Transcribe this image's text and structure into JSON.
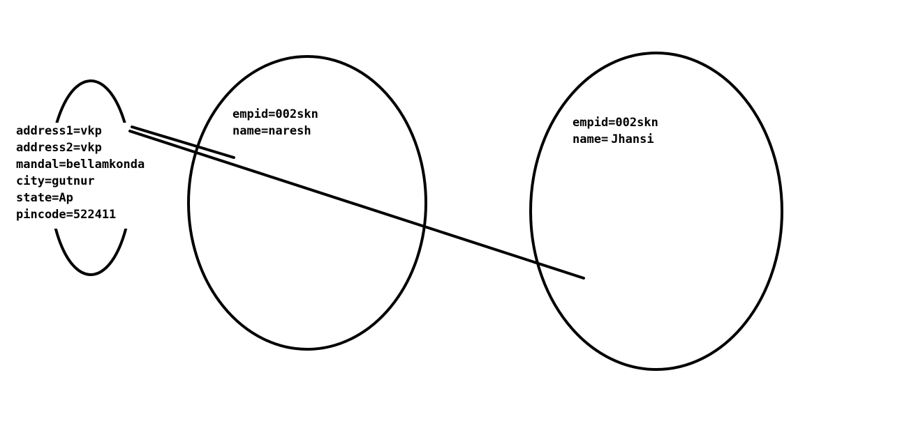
{
  "address": {
    "lines": [
      "address1=vkp",
      "address2=vkp",
      "mandal=bellamkonda",
      "city=gutnur",
      "state=Ap",
      "pincode=522411"
    ]
  },
  "employees": [
    {
      "empid": "empid=002skn",
      "name_label": "name=",
      "name_value": "naresh"
    },
    {
      "empid": "empid=002skn",
      "name_label": "name=",
      "name_value": "Jhansi"
    }
  ],
  "colors": {
    "stroke": "#000000",
    "background": "#ffffff"
  }
}
